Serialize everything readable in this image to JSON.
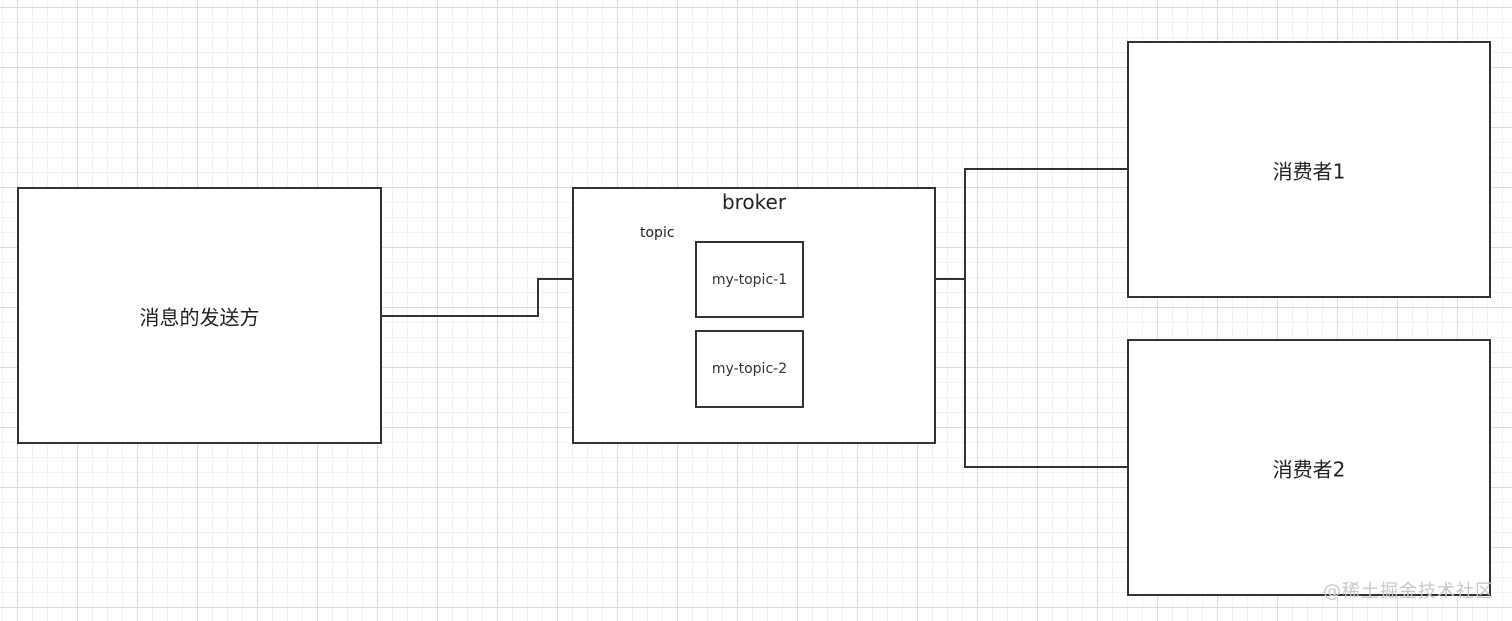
{
  "producer": {
    "label": "消息的发送方"
  },
  "broker": {
    "title": "broker",
    "topic_label": "topic",
    "partitions": [
      {
        "label": "my-topic-1"
      },
      {
        "label": "my-topic-2"
      }
    ]
  },
  "consumers": [
    {
      "label": "消费者1"
    },
    {
      "label": "消费者2"
    }
  ],
  "watermark": "@稀土掘金技术社区",
  "colors": {
    "line": "#333333",
    "grid": "#dcdcdc",
    "background": "#ffffff"
  }
}
